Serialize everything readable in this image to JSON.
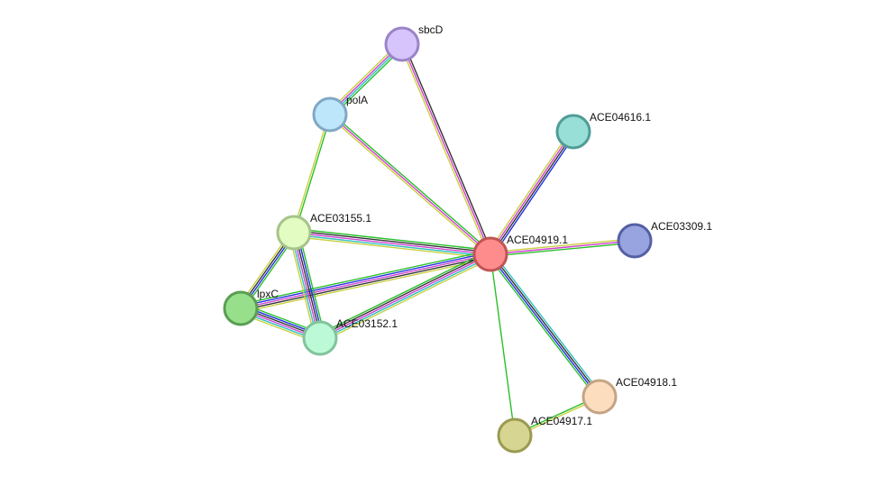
{
  "network": {
    "edge_colors": {
      "neighborhood": "#2ac02a",
      "fusion": "#e02020",
      "cooccurrence": "#2030e0",
      "coexpression": "#333333",
      "experiments": "#d040d0",
      "databases": "#30c0c0",
      "textmining": "#c8d040",
      "homology": "#a090ff"
    },
    "nodes": [
      {
        "id": "ACE04919.1",
        "label": "ACE04919.1",
        "fill": "#ff8c8c",
        "stroke": "#c05454",
        "center": true
      },
      {
        "id": "sbcD",
        "label": "sbcD",
        "fill": "#d7c4fc",
        "stroke": "#9a84c8"
      },
      {
        "id": "polA",
        "label": "polA",
        "fill": "#bde6fa",
        "stroke": "#80a8c4"
      },
      {
        "id": "ACE04616.1",
        "label": "ACE04616.1",
        "fill": "#98dfd8",
        "stroke": "#4f9d96"
      },
      {
        "id": "ACE03309.1",
        "label": "ACE03309.1",
        "fill": "#98a4e0",
        "stroke": "#5460a4"
      },
      {
        "id": "ACE03155.1",
        "label": "ACE03155.1",
        "fill": "#e2fcc2",
        "stroke": "#a6c48a"
      },
      {
        "id": "lpxC",
        "label": "lpxC",
        "fill": "#98df8c",
        "stroke": "#5a9e52"
      },
      {
        "id": "ACE03152.1",
        "label": "ACE03152.1",
        "fill": "#bcf9d6",
        "stroke": "#80c49c"
      },
      {
        "id": "ACE04918.1",
        "label": "ACE04918.1",
        "fill": "#fcddbe",
        "stroke": "#c4a484"
      },
      {
        "id": "ACE04917.1",
        "label": "ACE04917.1",
        "fill": "#d6d592",
        "stroke": "#9a9a52"
      }
    ],
    "edges": [
      {
        "source": "sbcD",
        "target": "polA",
        "types": [
          "neighborhood",
          "databases",
          "experiments",
          "textmining"
        ]
      },
      {
        "source": "sbcD",
        "target": "ACE04919.1",
        "types": [
          "coexpression",
          "experiments",
          "textmining"
        ]
      },
      {
        "source": "polA",
        "target": "ACE04919.1",
        "types": [
          "neighborhood",
          "experiments",
          "textmining"
        ]
      },
      {
        "source": "polA",
        "target": "ACE03155.1",
        "types": [
          "neighborhood",
          "textmining"
        ]
      },
      {
        "source": "ACE04616.1",
        "target": "ACE04919.1",
        "types": [
          "cooccurrence",
          "coexpression",
          "experiments",
          "textmining"
        ]
      },
      {
        "source": "ACE03309.1",
        "target": "ACE04919.1",
        "types": [
          "neighborhood",
          "experiments",
          "textmining"
        ]
      },
      {
        "source": "ACE03155.1",
        "target": "ACE04919.1",
        "types": [
          "neighborhood",
          "coexpression",
          "experiments",
          "databases",
          "textmining"
        ]
      },
      {
        "source": "lpxC",
        "target": "ACE04919.1",
        "types": [
          "neighborhood",
          "cooccurrence",
          "experiments",
          "coexpression",
          "textmining"
        ]
      },
      {
        "source": "ACE03152.1",
        "target": "ACE04919.1",
        "types": [
          "neighborhood",
          "coexpression",
          "experiments",
          "databases",
          "textmining"
        ]
      },
      {
        "source": "ACE03155.1",
        "target": "lpxC",
        "types": [
          "neighborhood",
          "cooccurrence",
          "coexpression",
          "textmining"
        ]
      },
      {
        "source": "ACE03155.1",
        "target": "ACE03152.1",
        "types": [
          "neighborhood",
          "cooccurrence",
          "coexpression",
          "experiments",
          "databases",
          "textmining"
        ]
      },
      {
        "source": "lpxC",
        "target": "ACE03152.1",
        "types": [
          "neighborhood",
          "cooccurrence",
          "coexpression",
          "experiments",
          "databases",
          "textmining"
        ]
      },
      {
        "source": "ACE04918.1",
        "target": "ACE04919.1",
        "types": [
          "neighborhood",
          "cooccurrence",
          "coexpression",
          "databases"
        ]
      },
      {
        "source": "ACE04917.1",
        "target": "ACE04919.1",
        "types": [
          "neighborhood"
        ]
      },
      {
        "source": "ACE04917.1",
        "target": "ACE04918.1",
        "types": [
          "neighborhood",
          "textmining"
        ]
      }
    ]
  }
}
